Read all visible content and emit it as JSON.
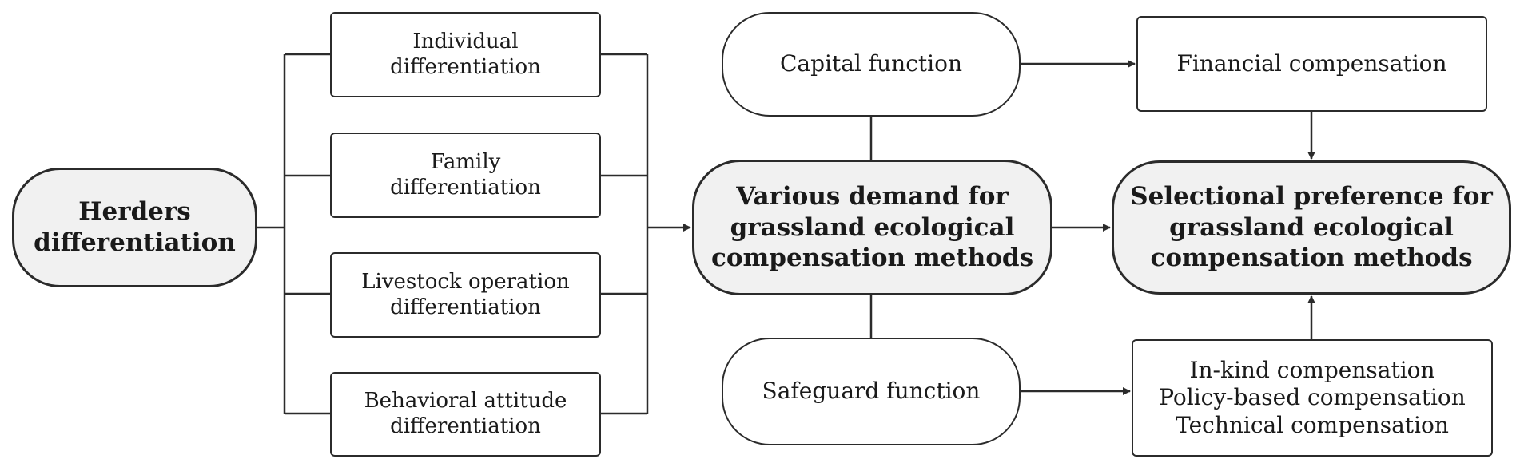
{
  "nodes": {
    "herders": {
      "lines": [
        "Herders",
        "differentiation"
      ]
    },
    "individual": {
      "lines": [
        "Individual",
        "differentiation"
      ]
    },
    "family": {
      "lines": [
        "Family",
        "differentiation"
      ]
    },
    "livestock": {
      "lines": [
        "Livestock operation",
        "differentiation"
      ]
    },
    "behavioral": {
      "lines": [
        "Behavioral attitude",
        "differentiation"
      ]
    },
    "capital": {
      "lines": [
        "Capital function"
      ]
    },
    "various": {
      "lines": [
        "Various demand for",
        "grassland ecological",
        "compensation methods"
      ]
    },
    "safeguard": {
      "lines": [
        "Safeguard function"
      ]
    },
    "financial": {
      "lines": [
        "Financial compensation"
      ]
    },
    "selectional": {
      "lines": [
        "Selectional preference for",
        "grassland ecological",
        "compensation methods"
      ]
    },
    "inkind": {
      "lines": [
        "In-kind compensation",
        "Policy-based compensation",
        "Technical compensation"
      ]
    }
  }
}
